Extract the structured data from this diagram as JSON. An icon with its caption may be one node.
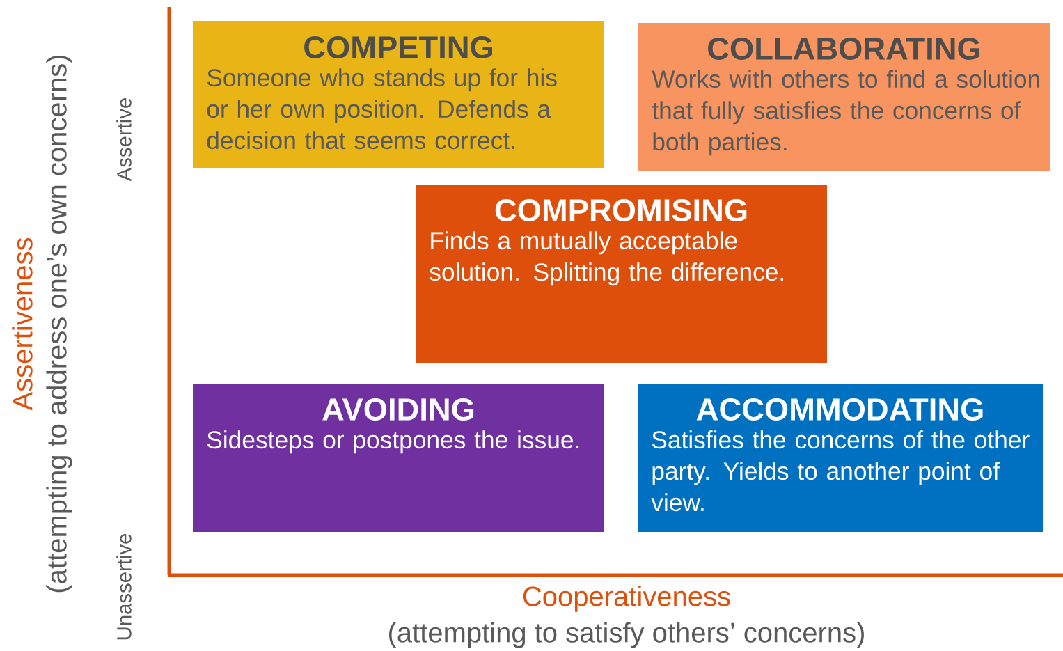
{
  "diagram": {
    "nodes": [
      {
        "text": [
          "COMPETING",
          "Someone who stands up for his or her own position.  Defends a decision that seems correct."
        ]
      },
      {
        "text": [
          "COLLABORATING",
          "Works with others to find a solution that fully satisfies the concerns of both parties."
        ]
      },
      {
        "text": [
          "COMPROMISING",
          "Finds a mutually acceptable solution.  Splitting the difference."
        ]
      },
      {
        "text": [
          "AVOIDING",
          "Sidesteps or postpones the issue."
        ]
      },
      {
        "text": [
          "ACCOMMODATING",
          "Satisfies the concerns of the other party. Yields to another point of view."
        ]
      }
    ],
    "labels": [
      "Assertiveness",
      "(attempting to address one’s own concerns)",
      "Assertive",
      "Unassertive",
      "Cooperativeness",
      "(attempting to satisfy others’ concerns)"
    ]
  }
}
